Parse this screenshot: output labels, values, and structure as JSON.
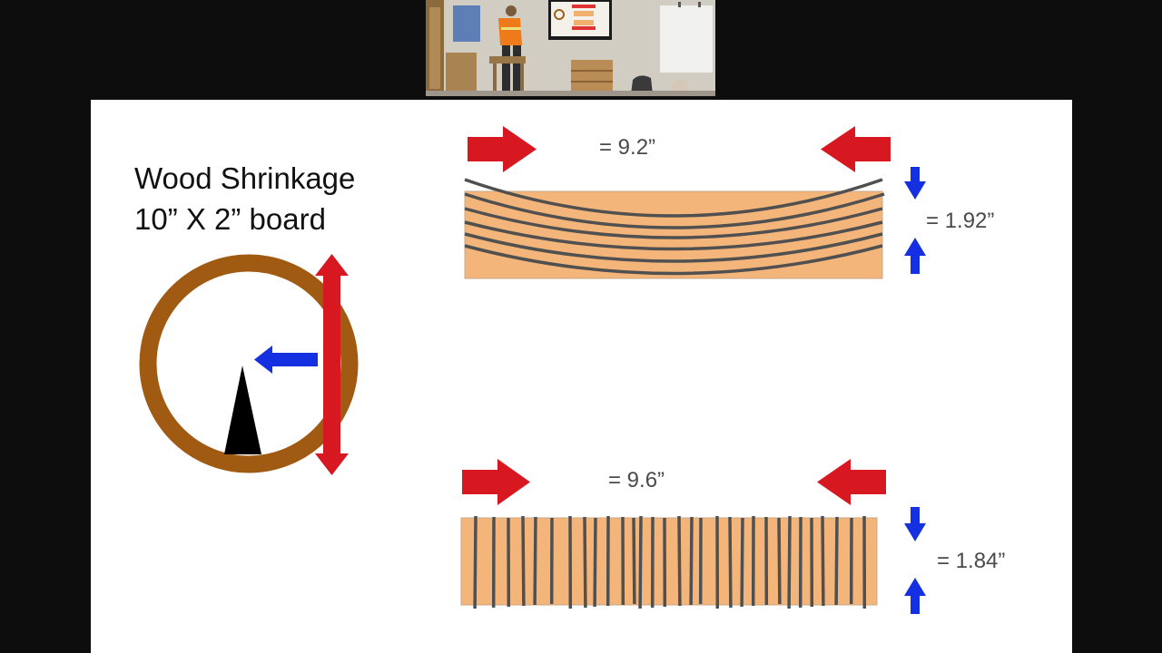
{
  "slide": {
    "title_line1": "Wood Shrinkage",
    "title_line2": "10” X 2” board"
  },
  "flatsawn": {
    "width_label": "= 9.2”",
    "thickness_label": "= 1.92”"
  },
  "quartersawn": {
    "width_label": "= 9.6”",
    "thickness_label": "= 1.84”"
  },
  "colors": {
    "background": "#0d0d0d",
    "board": "#f4b57a",
    "grain": "#505050",
    "log_ring": "#a05a12",
    "red_arrow": "#d81820",
    "blue_arrow": "#1530e0"
  },
  "icons": [
    "shrink-arrow-right-icon",
    "shrink-arrow-left-icon",
    "shrink-arrow-down-icon",
    "shrink-arrow-up-icon",
    "radial-arrow-left-icon",
    "tangential-double-arrow-icon"
  ]
}
